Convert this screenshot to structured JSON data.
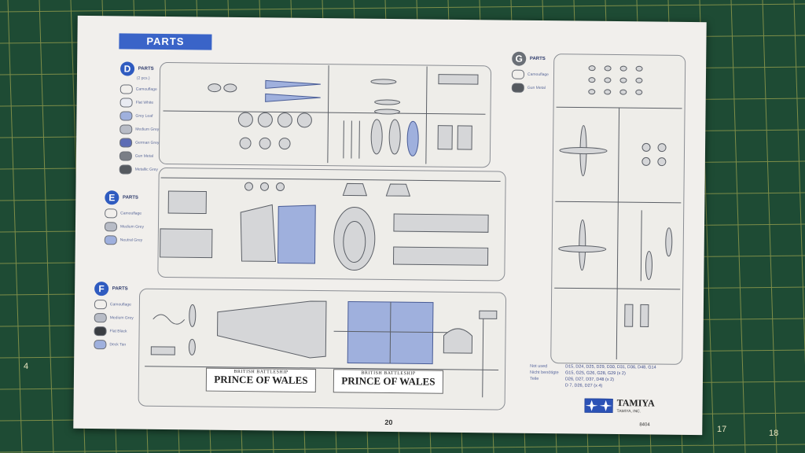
{
  "header": {
    "title": "PARTS"
  },
  "sections": {
    "D": {
      "letter": "D",
      "title": "PARTS",
      "subtitle": "(2 pcs.)",
      "swatches": [
        {
          "label": "Camouflage",
          "color": "#f1efec"
        },
        {
          "label": "Flat White",
          "color": "#e9ebf2"
        },
        {
          "label": "Grey Leaf",
          "color": "#9fb0dd"
        },
        {
          "label": "Medium Grey",
          "color": "#b8bcc6"
        },
        {
          "label": "German Grey",
          "color": "#5d6cb5"
        },
        {
          "label": "Gun Metal",
          "color": "#7a7e86"
        },
        {
          "label": "Metallic Grey",
          "color": "#55595f"
        }
      ]
    },
    "E": {
      "letter": "E",
      "title": "PARTS",
      "swatches": [
        {
          "label": "Camouflage",
          "color": "#f1efec"
        },
        {
          "label": "Medium Grey",
          "color": "#b8bcc6"
        },
        {
          "label": "Neutral Grey",
          "color": "#9fb0dd"
        }
      ]
    },
    "F": {
      "letter": "F",
      "title": "PARTS",
      "swatches": [
        {
          "label": "Camouflage",
          "color": "#f1efec"
        },
        {
          "label": "Medium Grey",
          "color": "#b8bcc6"
        },
        {
          "label": "Flat Black",
          "color": "#3a3d42"
        },
        {
          "label": "Deck Tan",
          "color": "#9fb0dd"
        }
      ]
    },
    "G": {
      "letter": "G",
      "title": "PARTS",
      "swatches": [
        {
          "label": "Camouflage",
          "color": "#f1efec"
        },
        {
          "label": "Gun Metal",
          "color": "#55595f"
        }
      ]
    }
  },
  "banners": [
    {
      "top": "BRITISH BATTLESHIP",
      "main": "PRINCE OF WALES"
    },
    {
      "top": "BRITISH BATTLESHIP",
      "main": "PRINCE OF WALES"
    }
  ],
  "notes": {
    "lines": [
      "D15, D24, D25, D29, D30, D31, D36, D48, G14",
      "G15, G25, G26, G28, G29",
      "D26, D27, D37, D48",
      "D 7, D26, D27"
    ],
    "qty": [
      "(x 2)",
      "(x 2)",
      "(x 4)"
    ],
    "labels": [
      "Not used",
      "Nicht benötigte",
      "Teile"
    ]
  },
  "brand": {
    "name": "TAMIYA",
    "sub": "TAMIYA, INC."
  },
  "page": {
    "number": "20",
    "code": "8404"
  },
  "ruler": {
    "marks": [
      "4",
      "17",
      "18"
    ]
  }
}
